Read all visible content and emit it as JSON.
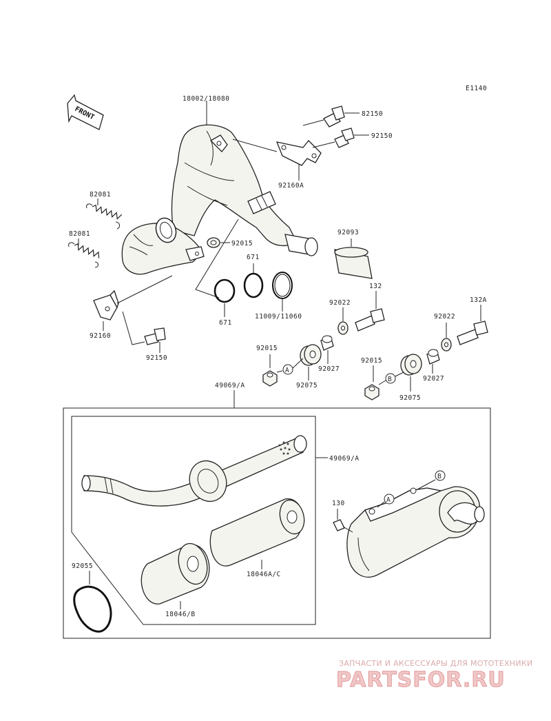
{
  "diagram_code": "E1140",
  "front_label": "FRONT",
  "labels": {
    "p18002": "18002/18080",
    "p82150a": "82150",
    "p82150b": "92150",
    "p92160a": "92160A",
    "p82081a": "82081",
    "p82081b": "82081",
    "p92015a": "92015",
    "p671a": "671",
    "p671b": "671",
    "p11009": "11009/11060",
    "p92093": "92093",
    "p132": "132",
    "p132a": "132A",
    "p92022a": "92022",
    "p92022b": "92022",
    "p92160": "92160",
    "p92150c": "92150",
    "p92015b": "92015",
    "p92027a": "92027",
    "p92075a": "92075",
    "p92015c": "92015",
    "p92027b": "92027",
    "p92075b": "92075",
    "p49069a": "49069/A",
    "p49069b": "49069/A",
    "p130": "130",
    "p92055": "92055",
    "p18046ac": "18046A/C",
    "p18046b": "18046/B"
  },
  "callouts": {
    "a1": "A",
    "b1": "B",
    "a2": "A",
    "b2": "B"
  },
  "watermark": {
    "tagline": "ЗАПЧАСТИ И АКСЕССУАРЫ ДЛЯ МОТОТЕХНИКИ",
    "brand": "PARTSFOR.RU"
  }
}
